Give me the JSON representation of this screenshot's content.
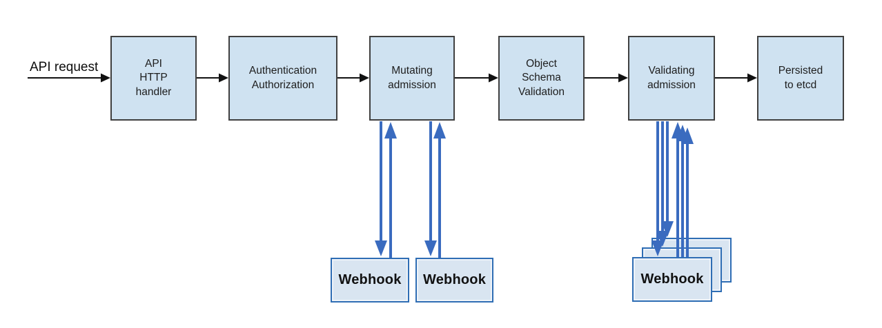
{
  "diagram": {
    "request_label": "API request",
    "stages": [
      {
        "id": "api-http-handler",
        "label": "API\nHTTP\nhandler"
      },
      {
        "id": "authentication-authorization",
        "label": "Authentication\nAuthorization"
      },
      {
        "id": "mutating-admission",
        "label": "Mutating\nadmission"
      },
      {
        "id": "object-schema-validation",
        "label": "Object\nSchema\nValidation"
      },
      {
        "id": "validating-admission",
        "label": "Validating\nadmission"
      },
      {
        "id": "persisted-to-etcd",
        "label": "Persisted\nto etcd"
      }
    ],
    "mutating_webhooks": [
      {
        "label": "Webhook"
      },
      {
        "label": "Webhook"
      }
    ],
    "validating_webhooks": {
      "stack_count": 3,
      "front_label": "Webhook"
    },
    "colors": {
      "stage_fill": "#cfe2f1",
      "stage_border": "#3f3f3f",
      "webhook_fill": "#d9e5f1",
      "webhook_border": "#2e6db4",
      "flow_arrow": "#111111",
      "webhook_arrow": "#3a6bbf"
    }
  }
}
